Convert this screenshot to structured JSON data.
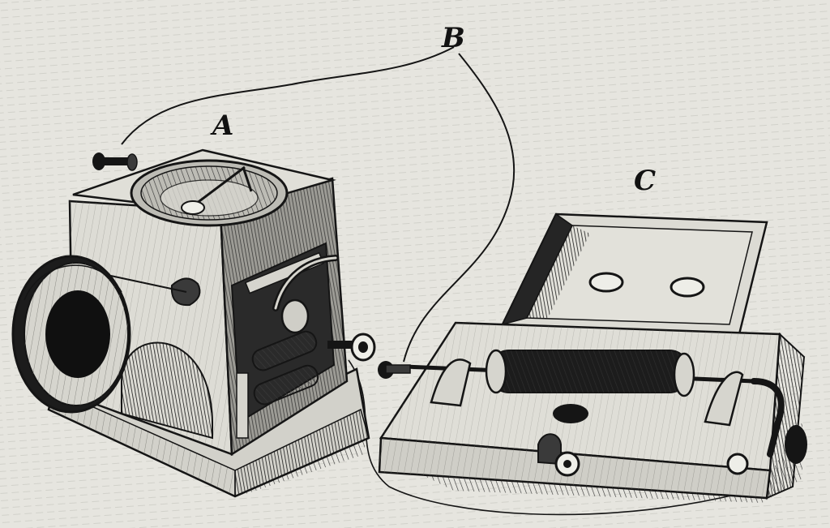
{
  "labels": {
    "a": "A",
    "b": "B",
    "c": "C"
  },
  "colors": {
    "paper": "#e6e5df",
    "ink": "#121212",
    "mid": "#4a4a4a",
    "light": "#bdbcb5"
  }
}
